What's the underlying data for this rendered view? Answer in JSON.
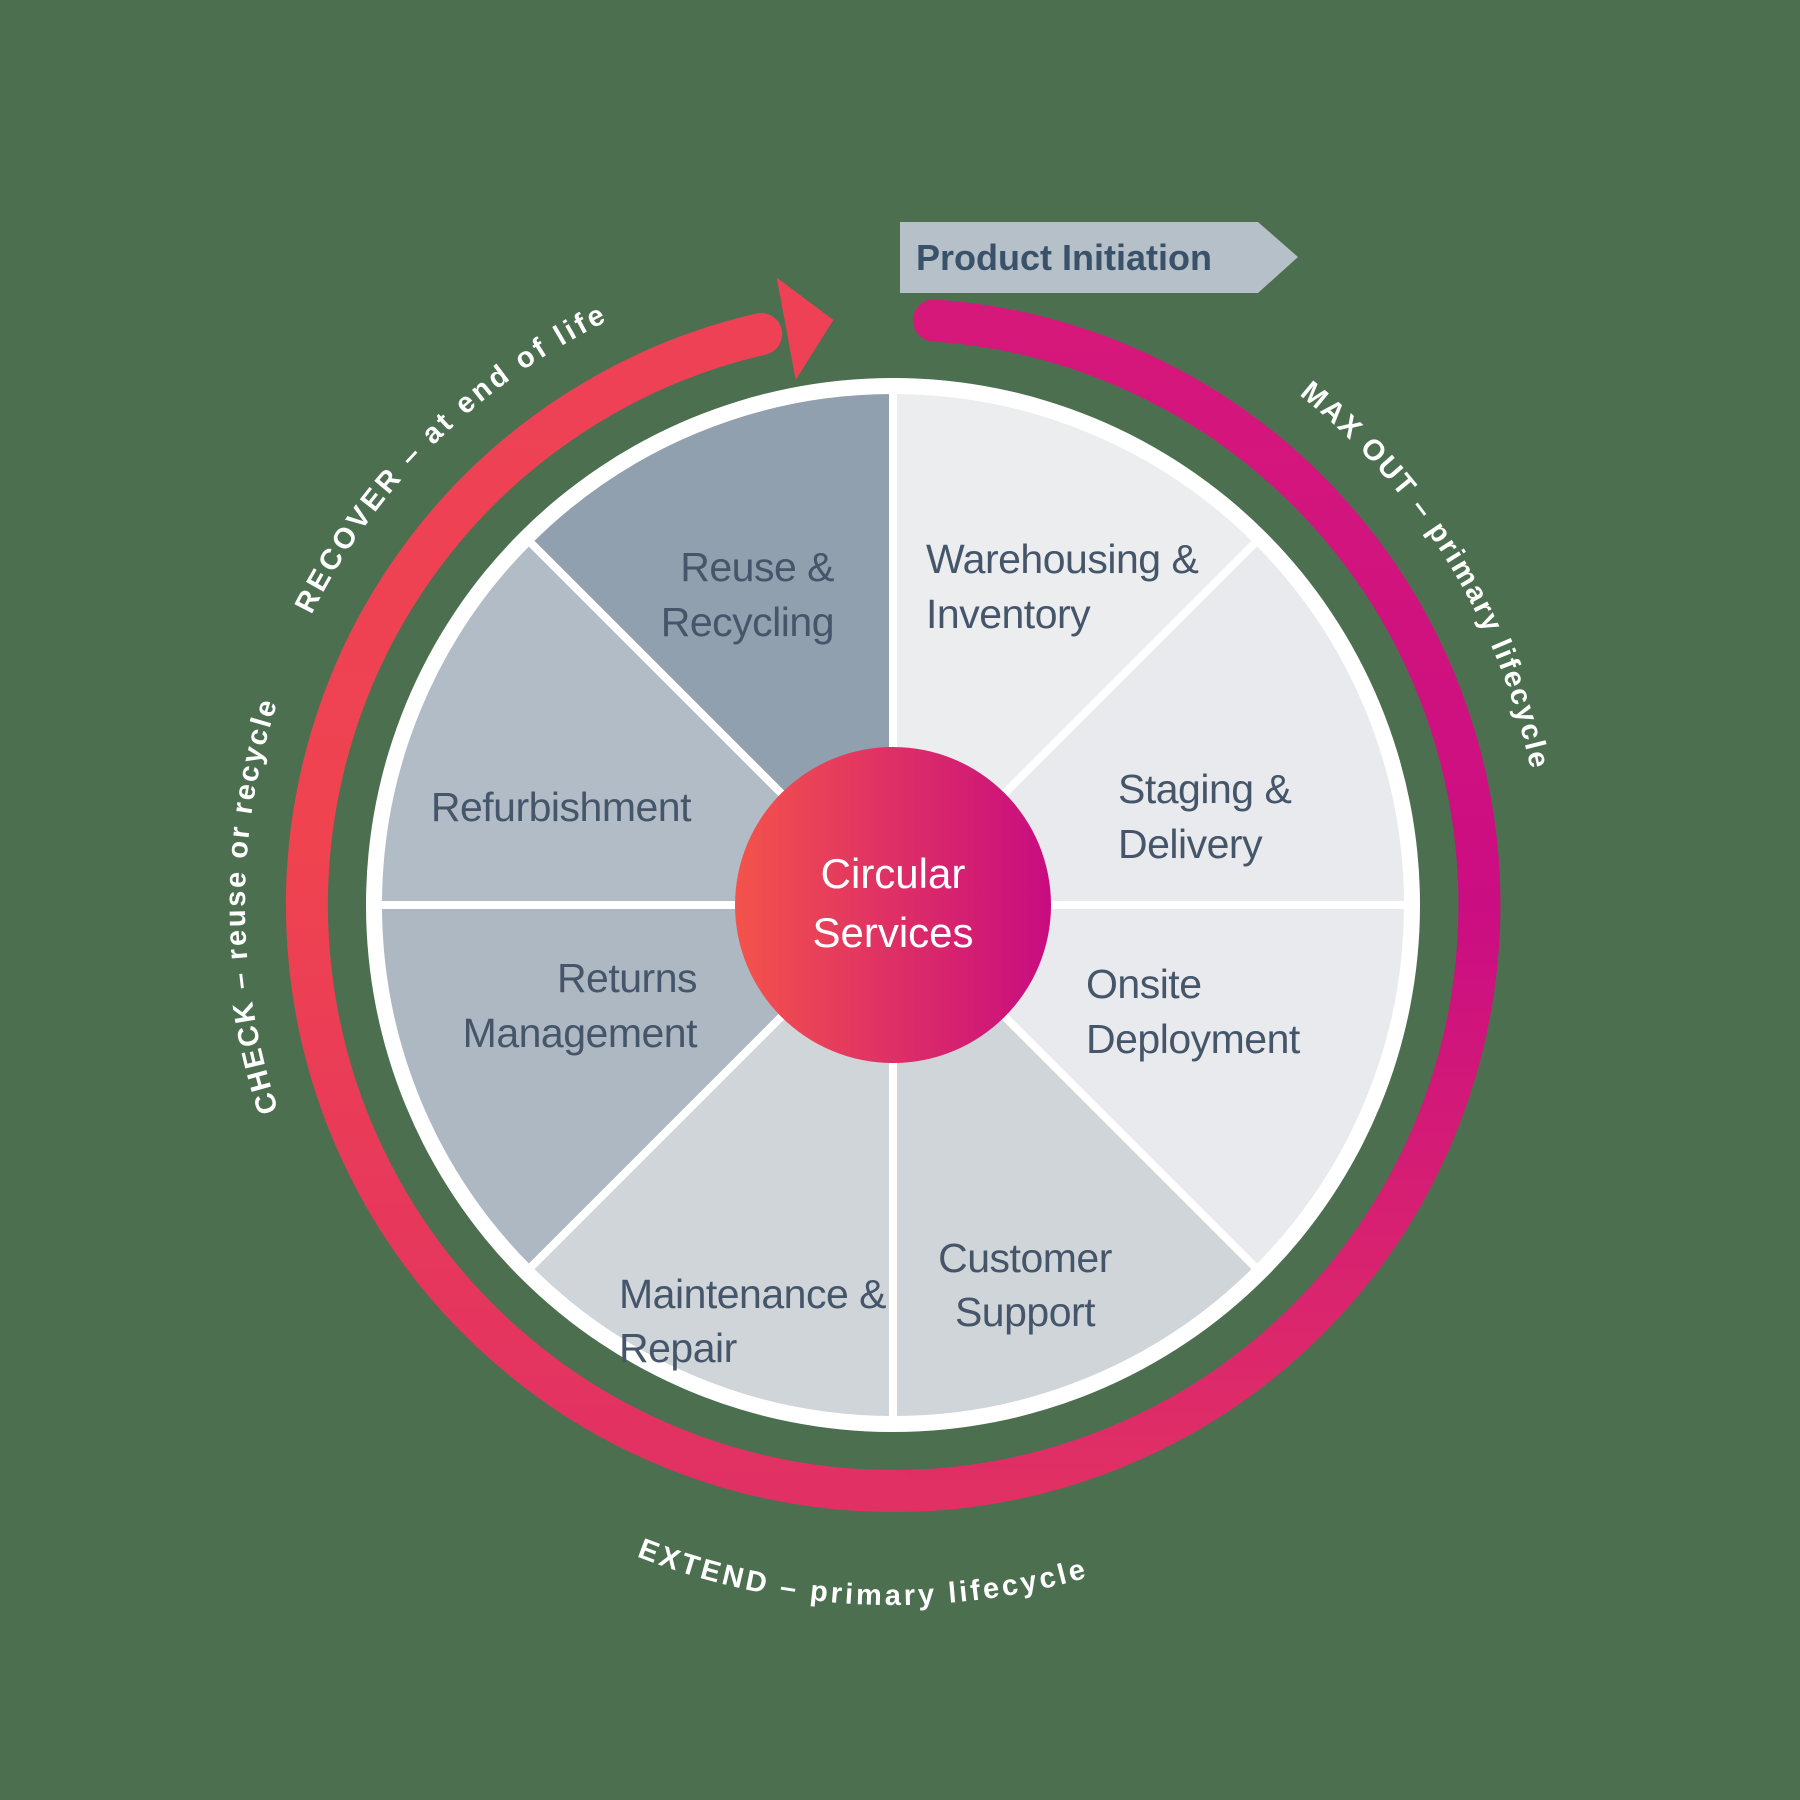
{
  "colors": {
    "background": "#4c6f50",
    "white": "#ffffff",
    "segment_text": "#46566a",
    "banner_fill": "#b6c0c9",
    "banner_text": "#3a516a",
    "center_text": "#ffffff",
    "center_gradient_left": "#f4534b",
    "center_gradient_right": "#c80c80",
    "ring_tail_magenta": "#d6187b",
    "ring_right_magenta": "#cb0d82",
    "ring_bottom_pink": "#e13064",
    "ring_left_red": "#ef4350",
    "ring_head_red": "#ee4156",
    "curved_label_text": "#ffffff"
  },
  "banner": {
    "label": "Product Initiation"
  },
  "center": {
    "line1": "Circular",
    "line2": "Services"
  },
  "segments": [
    {
      "id": "warehousing-inventory",
      "line1": "Warehousing &",
      "line2": "Inventory",
      "fill": "#ebedef"
    },
    {
      "id": "staging-delivery",
      "line1": "Staging &",
      "line2": "Delivery",
      "fill": "#e8eaed"
    },
    {
      "id": "onsite-deployment",
      "line1": "Onsite",
      "line2": "Deployment",
      "fill": "#e8eaed"
    },
    {
      "id": "customer-support",
      "line1": "Customer",
      "line2": "Support",
      "fill": "#d0d5d9"
    },
    {
      "id": "maintenance-repair",
      "line1": "Maintenance &",
      "line2": "Repair",
      "fill": "#d0d5d9"
    },
    {
      "id": "returns-management",
      "line1": "Returns",
      "line2": "Management",
      "fill": "#adb8c2"
    },
    {
      "id": "refurbishment",
      "line1": "Refurbishment",
      "line2": "",
      "fill": "#b2bcc6"
    },
    {
      "id": "reuse-recycling",
      "line1": "Reuse &",
      "line2": "Recycling",
      "fill": "#90a0af"
    }
  ],
  "arc_labels": {
    "max_out": "MAX OUT – primary lifecycle",
    "extend": "EXTEND – primary lifecycle",
    "check": "CHECK – reuse or recycle",
    "recover": "RECOVER – at end of life"
  }
}
